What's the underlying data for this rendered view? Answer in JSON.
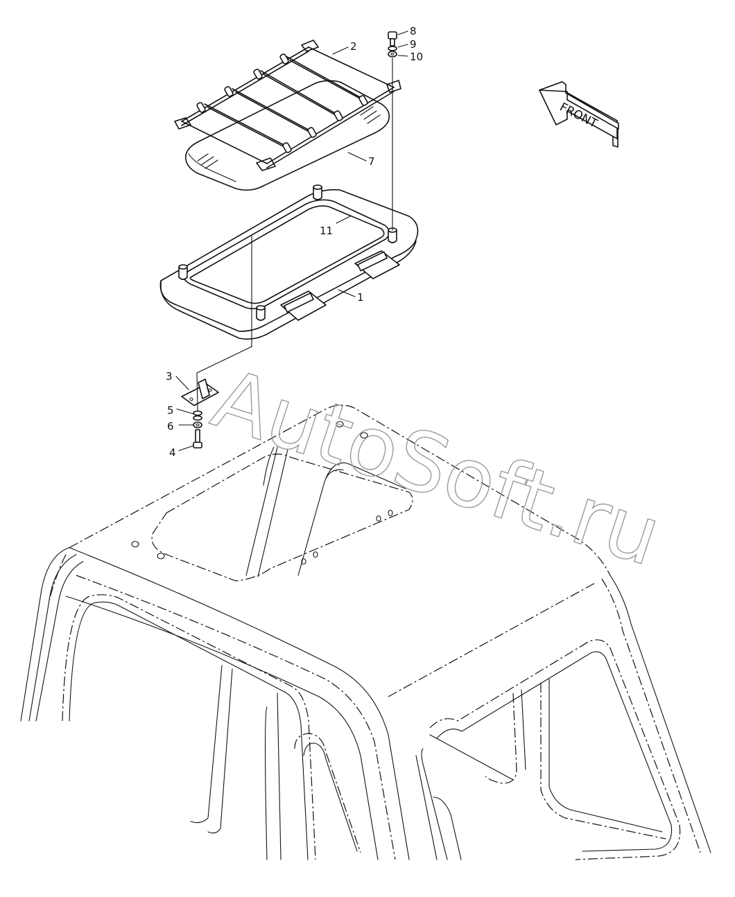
{
  "watermark": "AutoSoft.ru",
  "orientation_arrow": {
    "label": "FRONT",
    "icon": "front-direction-arrow-icon"
  },
  "parts": [
    {
      "number": "1",
      "item": "roof-hatch-frame"
    },
    {
      "number": "2",
      "item": "roof-guard-rack"
    },
    {
      "number": "3",
      "item": "hinge-bracket"
    },
    {
      "number": "4",
      "item": "bolt"
    },
    {
      "number": "5",
      "item": "washer"
    },
    {
      "number": "6",
      "item": "washer"
    },
    {
      "number": "7",
      "item": "hatch-glass-panel"
    },
    {
      "number": "8",
      "item": "bolt"
    },
    {
      "number": "9",
      "item": "washer"
    },
    {
      "number": "10",
      "item": "washer"
    },
    {
      "number": "11",
      "item": "seal"
    }
  ]
}
